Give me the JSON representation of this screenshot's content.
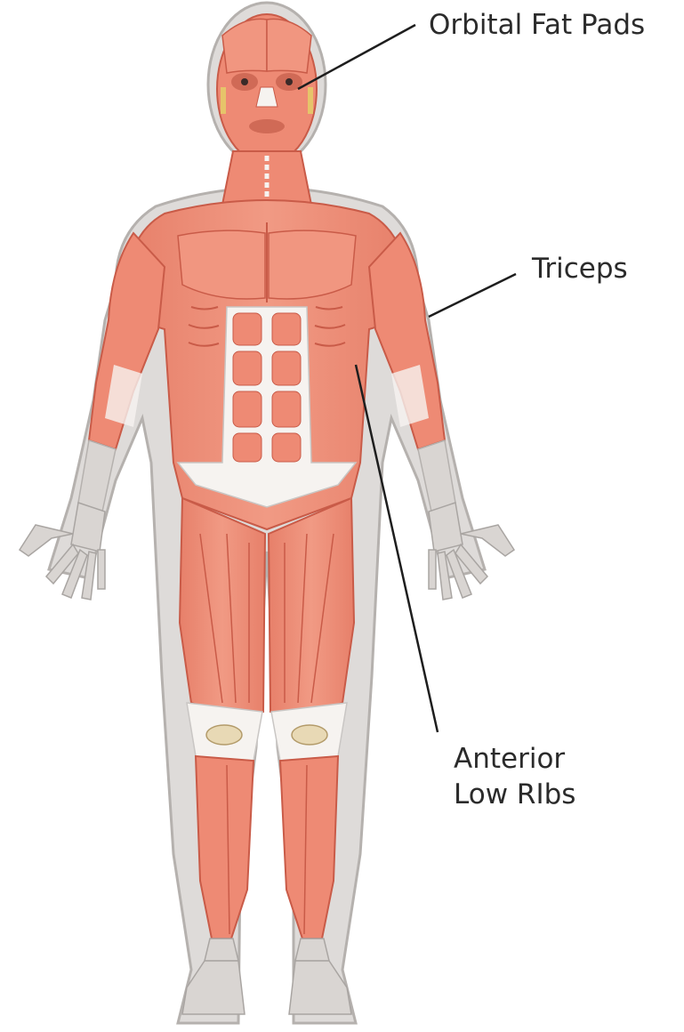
{
  "diagram": {
    "labels": {
      "orbital_fat_pads": "Orbital Fat Pads",
      "triceps": "Triceps",
      "anterior_low_ribs_line1": "Anterior",
      "anterior_low_ribs_line2": "Low RIbs"
    },
    "colors": {
      "muscle": "#ee8a74",
      "muscle_dark": "#c95b48",
      "tendon": "#f6f3f0",
      "bone_gray": "#c9c6c4",
      "outline": "#b5b1ae",
      "leader_line": "#1e1e1e",
      "kneecap": "#e8d9b5"
    }
  }
}
